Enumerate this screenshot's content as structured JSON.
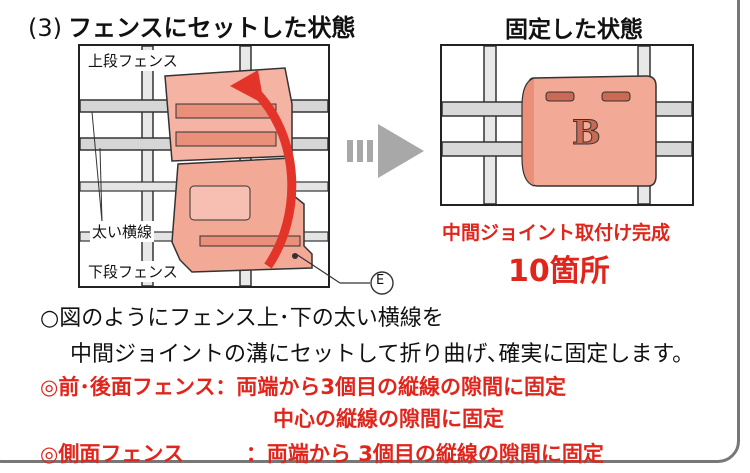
{
  "step": {
    "number": "(3)",
    "title": "フェンスにセットした状態"
  },
  "right_title": "固定した状態",
  "left_panel": {
    "upper_label": "上段フェンス",
    "wire_label": "太い横線",
    "lower_label": "下段フェンス",
    "callout": "E"
  },
  "caption": {
    "line1": "中間ジョイント取付け完成",
    "line2": "10箇所"
  },
  "instructions": {
    "line1": "○図のようにフェンス上･下の太い横線を",
    "line2": "中間ジョイントの溝にセットして折り曲げ､確実に固定します。"
  },
  "notes": {
    "front_back_label": "◎前･後面フェンス",
    "front_back_1": "：両端から3個目の縦線の隙間に固定",
    "front_back_2": "中心の縦線の隙間に固定",
    "side_label": "◎側面フェンス",
    "side_1": "：両端から 3個目の縦線の隙間に固定"
  },
  "colors": {
    "accent_red": "#e0261c",
    "joint_pink": "#f2a996",
    "arrow_red": "#e3342a",
    "arrow_gray": "#a8a8a8"
  }
}
